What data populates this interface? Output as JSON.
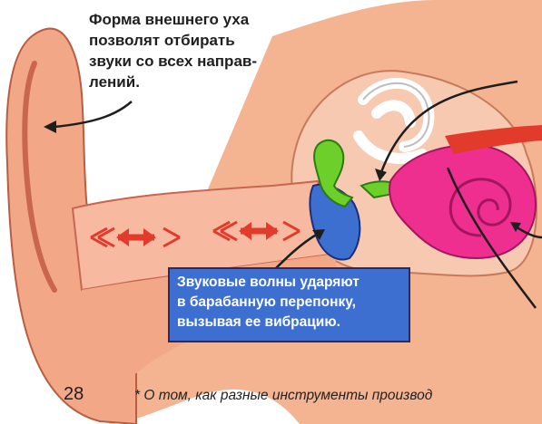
{
  "captions": {
    "outer_ear": [
      "Форма внешнего уха",
      "позволят отбирать",
      "звуки со всех направ-",
      "лений."
    ],
    "eardrum": [
      "Звуковые волны ударяют",
      "в барабанную перепонку,",
      "вызывая ее вибрацию."
    ]
  },
  "page_number": "28",
  "footnote": "* О том, как разные инструменты производ",
  "colors": {
    "skin": "#f2a887",
    "skin_dark": "#c9664d",
    "canal": "#f8b9a1",
    "eardrum": "#3d6fd0",
    "ossicles": "#6ccf2a",
    "cochlea": "#ee2f8f",
    "wave_arrow": "#e33b2b"
  }
}
